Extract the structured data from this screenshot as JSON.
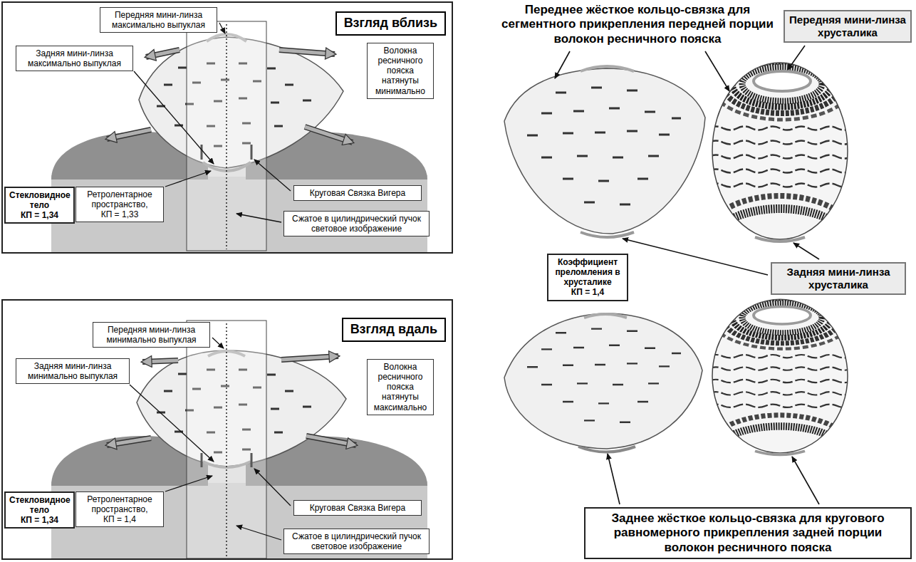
{
  "diagram": {
    "nodes": [
      {
        "text": [
          "Взгляд вблизь"
        ]
      },
      {
        "text": [
          "Передняя мини-линза максимально выпуклая"
        ],
        "in": 0
      },
      {
        "text": [
          "Задняя мини-линза максимально выпуклая"
        ],
        "in": 0
      },
      {
        "text": [
          "Волокна ресничного пояска натянуты минимально"
        ],
        "in": 0
      },
      {
        "text": [
          "Стекловидное тело",
          "КП = 1,34"
        ],
        "in": 0
      },
      {
        "text": [
          "Ретролентарное пространство,",
          "КП = 1,33"
        ],
        "in": 0
      },
      {
        "text": [
          "Круговая Связка Вигера"
        ],
        "in": 0
      },
      {
        "text": [
          "Сжатое в цилиндрический пучок световое изображение"
        ],
        "in": 0
      },
      {
        "text": [
          "Взгляд вдаль"
        ]
      },
      {
        "text": [
          "Передняя мини-линза минимально выпуклая"
        ],
        "in": 8
      },
      {
        "text": [
          "Задняя мини-линза минимально выпуклая"
        ],
        "in": 8
      },
      {
        "text": [
          "Волокна ресничного пояска натянуты максимально"
        ],
        "in": 8
      },
      {
        "text": [
          "Стекловидное тело",
          "КП = 1,34"
        ],
        "in": 8
      },
      {
        "text": [
          "Ретролентарное пространство,",
          "КП = 1,4"
        ],
        "in": 8
      },
      {
        "text": [
          "Круговая Связка Вигера"
        ],
        "in": 8
      },
      {
        "text": [
          "Сжатое в цилиндрический пучок световое изображение"
        ],
        "in": 8
      },
      {
        "text": [
          "Передняя мини-линза хрусталика"
        ]
      },
      {
        "text": [
          "Коэффициент преломления в хрусталике",
          "КП = 1,4"
        ]
      },
      {
        "text": [
          "Задняя мини-линза хрусталика"
        ]
      },
      {
        "text": [
          "Заднее жёсткое кольцо-связка для кругового равномерного прикрепления задней порции волокон ресничного пояска"
        ]
      }
    ],
    "labels": [
      "Переднее жёсткое кольцо-связка для сегментного прикрепления передней порции волокон ресничного пояска"
    ]
  }
}
